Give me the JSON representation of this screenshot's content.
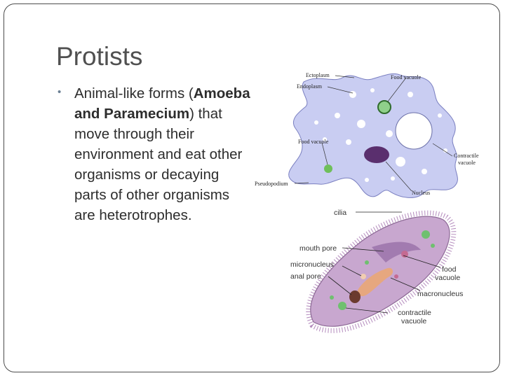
{
  "slide": {
    "title": "Protists",
    "bullet": {
      "part1": "Animal-like forms (",
      "bold1": "Amoeba and Paramecium",
      "part2": ") that move through their environment and eat other organisms or decaying parts of other organisms are heterotrophes."
    }
  },
  "amoeba": {
    "labels": {
      "ectoplasm": "Ectoplasm",
      "endoplasm": "Endoplasm",
      "food_vacuole_top": "Food vacuole",
      "food_vacuole_left": "Food vacuole",
      "contractile_line1": "Contractile",
      "contractile_line2": "vacuole",
      "pseudopodium": "Pseudopodium",
      "nucleus": "Nucleus"
    }
  },
  "paramecium": {
    "labels": {
      "cilia": "cilia",
      "mouth_pore": "mouth pore",
      "micronucleus": "micronucleus",
      "anal_pore": "anal pore",
      "food_line1": "food",
      "food_line2": "vacuole",
      "macronucleus": "macronucleus",
      "contractile_line1": "contractile",
      "contractile_line2": "vacuole"
    }
  },
  "colors": {
    "title": "#505050",
    "text": "#2d2d2d",
    "amoeba_body": "#c9cdf2",
    "nucleus": "#5a2f6e",
    "paramecium_body": "#c8a7cf"
  }
}
